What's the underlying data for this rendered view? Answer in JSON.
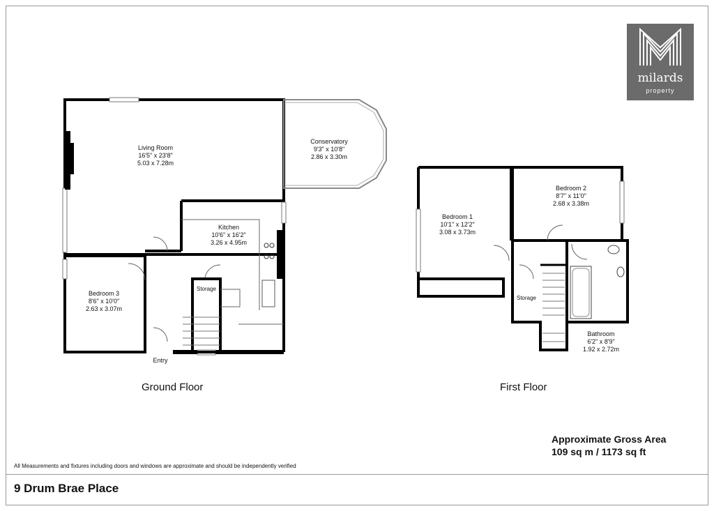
{
  "brand": {
    "logo_icon": "milards-m-monogram-icon",
    "name": "milards",
    "sub": "property",
    "color": "#6b6b6b"
  },
  "ground_floor": {
    "title": "Ground Floor",
    "rooms": [
      {
        "name": "Living Room",
        "imperial": "16'5\" x 23'8\"",
        "metric": "5.03 x 7.28m"
      },
      {
        "name": "Conservatory",
        "imperial": "9'3\" x 10'8\"",
        "metric": "2.86 x 3.30m"
      },
      {
        "name": "Kitchen",
        "imperial": "10'6\" x 16'2\"",
        "metric": "3.26 x 4.95m"
      },
      {
        "name": "Bedroom 3",
        "imperial": "8'6\" x 10'0\"",
        "metric": "2.63 x 3.07m"
      }
    ],
    "storage_label": "Storage",
    "entry_label": "Entry"
  },
  "first_floor": {
    "title": "First Floor",
    "rooms": [
      {
        "name": "Bedroom 1",
        "imperial": "10'1\" x 12'2\"",
        "metric": "3.08 x 3.73m"
      },
      {
        "name": "Bedroom 2",
        "imperial": "8'7\" x 11'0\"",
        "metric": "2.68 x 3.38m"
      },
      {
        "name": "Bathroom",
        "imperial": "6'2\" x 8'9\"",
        "metric": "1.92 x 2.72m"
      }
    ],
    "storage_label": "Storage"
  },
  "gross_area": {
    "heading": "Approximate Gross Area",
    "value": "109 sq m / 1173 sq ft"
  },
  "disclaimer": "All Measurements and fixtures including doors and windows are approximate and should be independently verified",
  "address": "9 Drum Brae Place"
}
